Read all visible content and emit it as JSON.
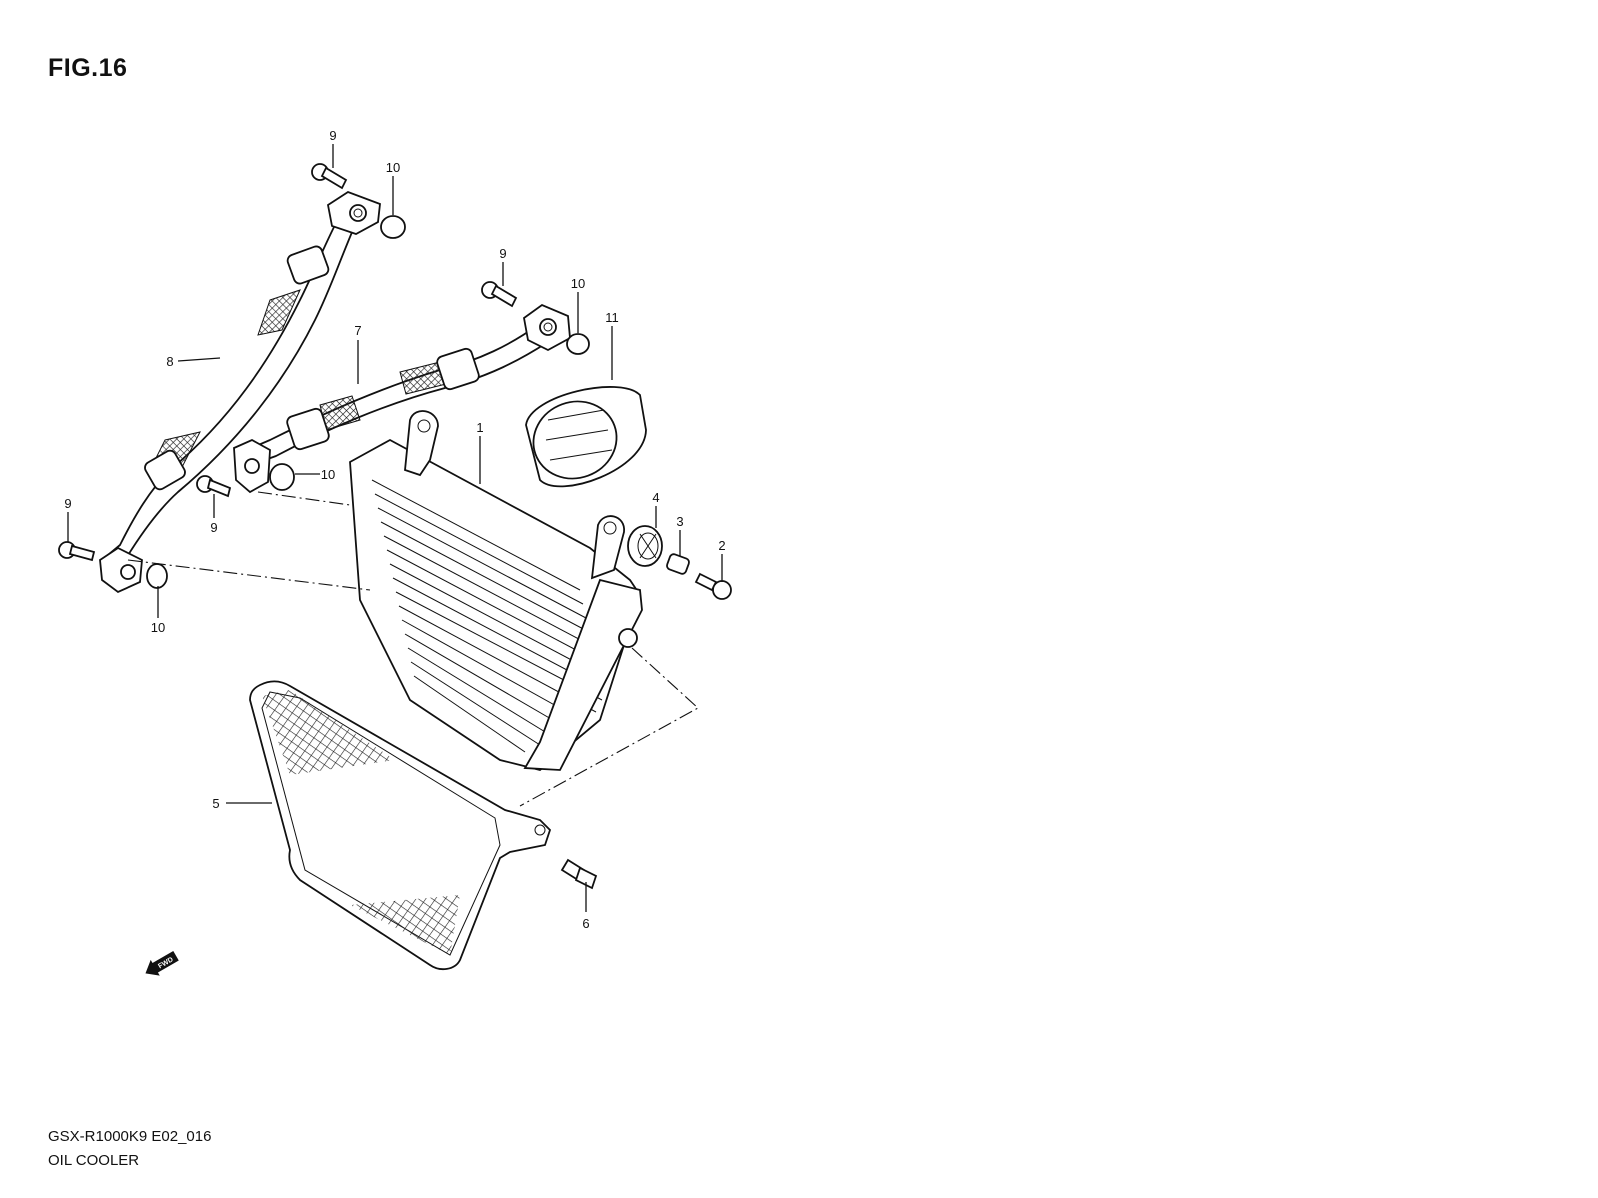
{
  "figure": {
    "title": "FIG.16"
  },
  "footer": {
    "model_code": "GSX-R1000K9 E02_016",
    "group_name": "OIL COOLER"
  },
  "callouts": [
    "1",
    "2",
    "3",
    "4",
    "5",
    "6",
    "7",
    "8",
    "9",
    "9",
    "9",
    "9",
    "10",
    "10",
    "10",
    "10",
    "11"
  ],
  "direction_arrow": {
    "label": "FWD",
    "icon": "fwd-arrow-icon"
  }
}
